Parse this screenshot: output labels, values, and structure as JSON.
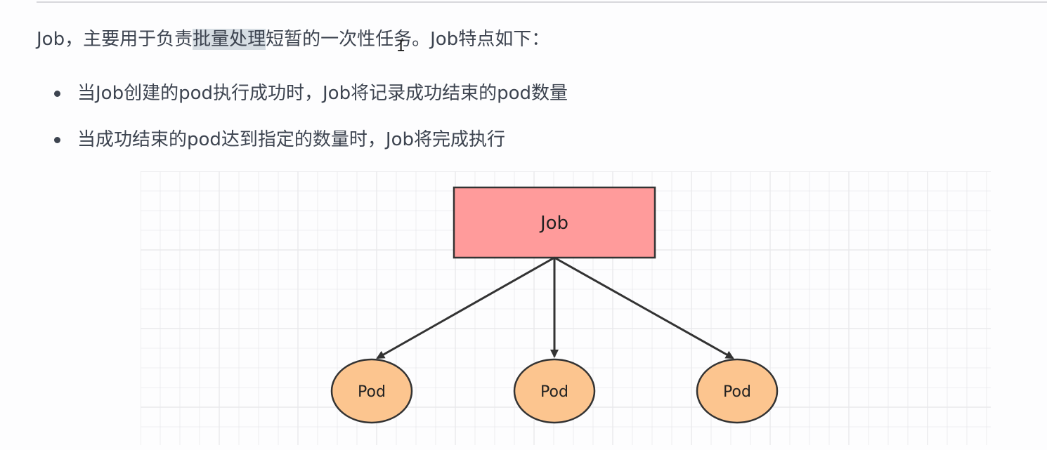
{
  "intro": {
    "before": "Job，主要用于负责",
    "highlight": "批量处理",
    "after": "短暂的一次性任务。Job特点如下："
  },
  "bullets": [
    "当Job创建的pod执行成功时，Job将记录成功结束的pod数量",
    "当成功结束的pod达到指定的数量时，Job将完成执行"
  ],
  "diagram": {
    "job_label": "Job",
    "pods": [
      "Pod",
      "Pod",
      "Pod"
    ],
    "colors": {
      "job_fill": "#ff9b9b",
      "pod_fill": "#fcc58f",
      "stroke": "#333333",
      "grid": "#e9e9ec"
    }
  }
}
